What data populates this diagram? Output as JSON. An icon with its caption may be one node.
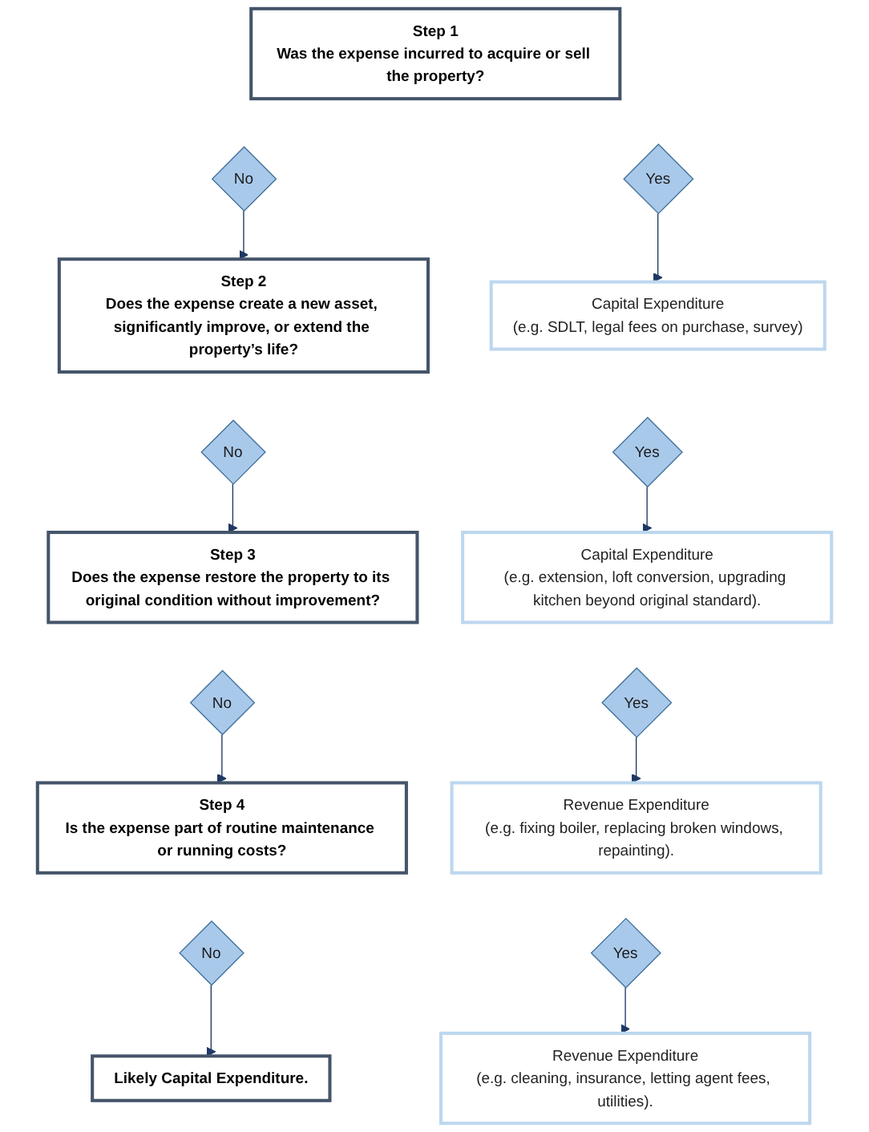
{
  "diagram": {
    "nodes": [
      {
        "text": [
          "Step 1",
          "Was the expense incurred to acquire or sell the property?"
        ]
      },
      {
        "text": [
          "No"
        ]
      },
      {
        "text": [
          "Yes"
        ]
      },
      {
        "text": [
          "Capital Expenditure",
          "(e.g. SDLT, legal fees on purchase, survey)"
        ]
      },
      {
        "text": [
          "Step 2",
          "Does the expense create a new asset, significantly improve, or extend the property’s life?"
        ]
      },
      {
        "text": [
          "No"
        ]
      },
      {
        "text": [
          "Yes"
        ]
      },
      {
        "text": [
          "Capital Expenditure",
          "(e.g. extension, loft conversion, upgrading kitchen beyond original standard)."
        ]
      },
      {
        "text": [
          "Step 3",
          "Does the expense restore the property to its original condition without improvement?"
        ]
      },
      {
        "text": [
          "No"
        ]
      },
      {
        "text": [
          "Yes"
        ]
      },
      {
        "text": [
          "Revenue Expenditure",
          "(e.g. fixing boiler, replacing broken windows, repainting)."
        ]
      },
      {
        "text": [
          "Step 4",
          "Is the expense part of routine maintenance or running costs?"
        ]
      },
      {
        "text": [
          "No"
        ]
      },
      {
        "text": [
          "Yes"
        ]
      },
      {
        "text": [
          "Revenue Expenditure",
          "(e.g. cleaning, insurance, letting agent fees, utilities)."
        ]
      },
      {
        "text": [
          "Likely Capital Expenditure."
        ]
      }
    ],
    "edges": [
      {
        "from": 1,
        "to": 4,
        "arrow": "to"
      },
      {
        "from": 2,
        "to": 3,
        "arrow": "to"
      },
      {
        "from": 5,
        "to": 8,
        "arrow": "to"
      },
      {
        "from": 6,
        "to": 7,
        "arrow": "to"
      },
      {
        "from": 9,
        "to": 12,
        "arrow": "to"
      },
      {
        "from": 10,
        "to": 11,
        "arrow": "to"
      },
      {
        "from": 13,
        "to": 16,
        "arrow": "to"
      },
      {
        "from": 14,
        "to": 15,
        "arrow": "to"
      }
    ]
  }
}
